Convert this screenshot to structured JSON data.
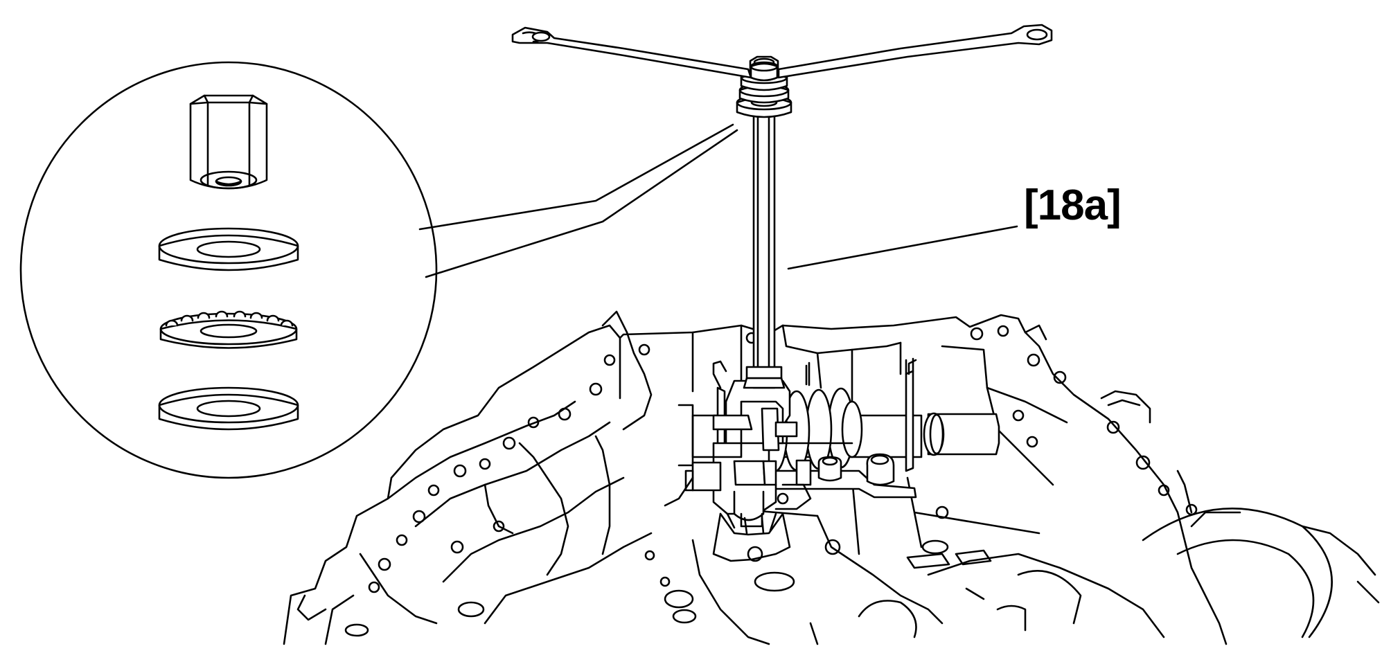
{
  "callout": {
    "label": "[18a]"
  },
  "icons": [
    "wrench-tool",
    "nut",
    "flat-washer",
    "serrated-lock-washer",
    "flat-washer",
    "shift-shaft",
    "return-spring",
    "transmission-case"
  ],
  "colors": {
    "ink": "#000000",
    "paper": "#ffffff"
  }
}
